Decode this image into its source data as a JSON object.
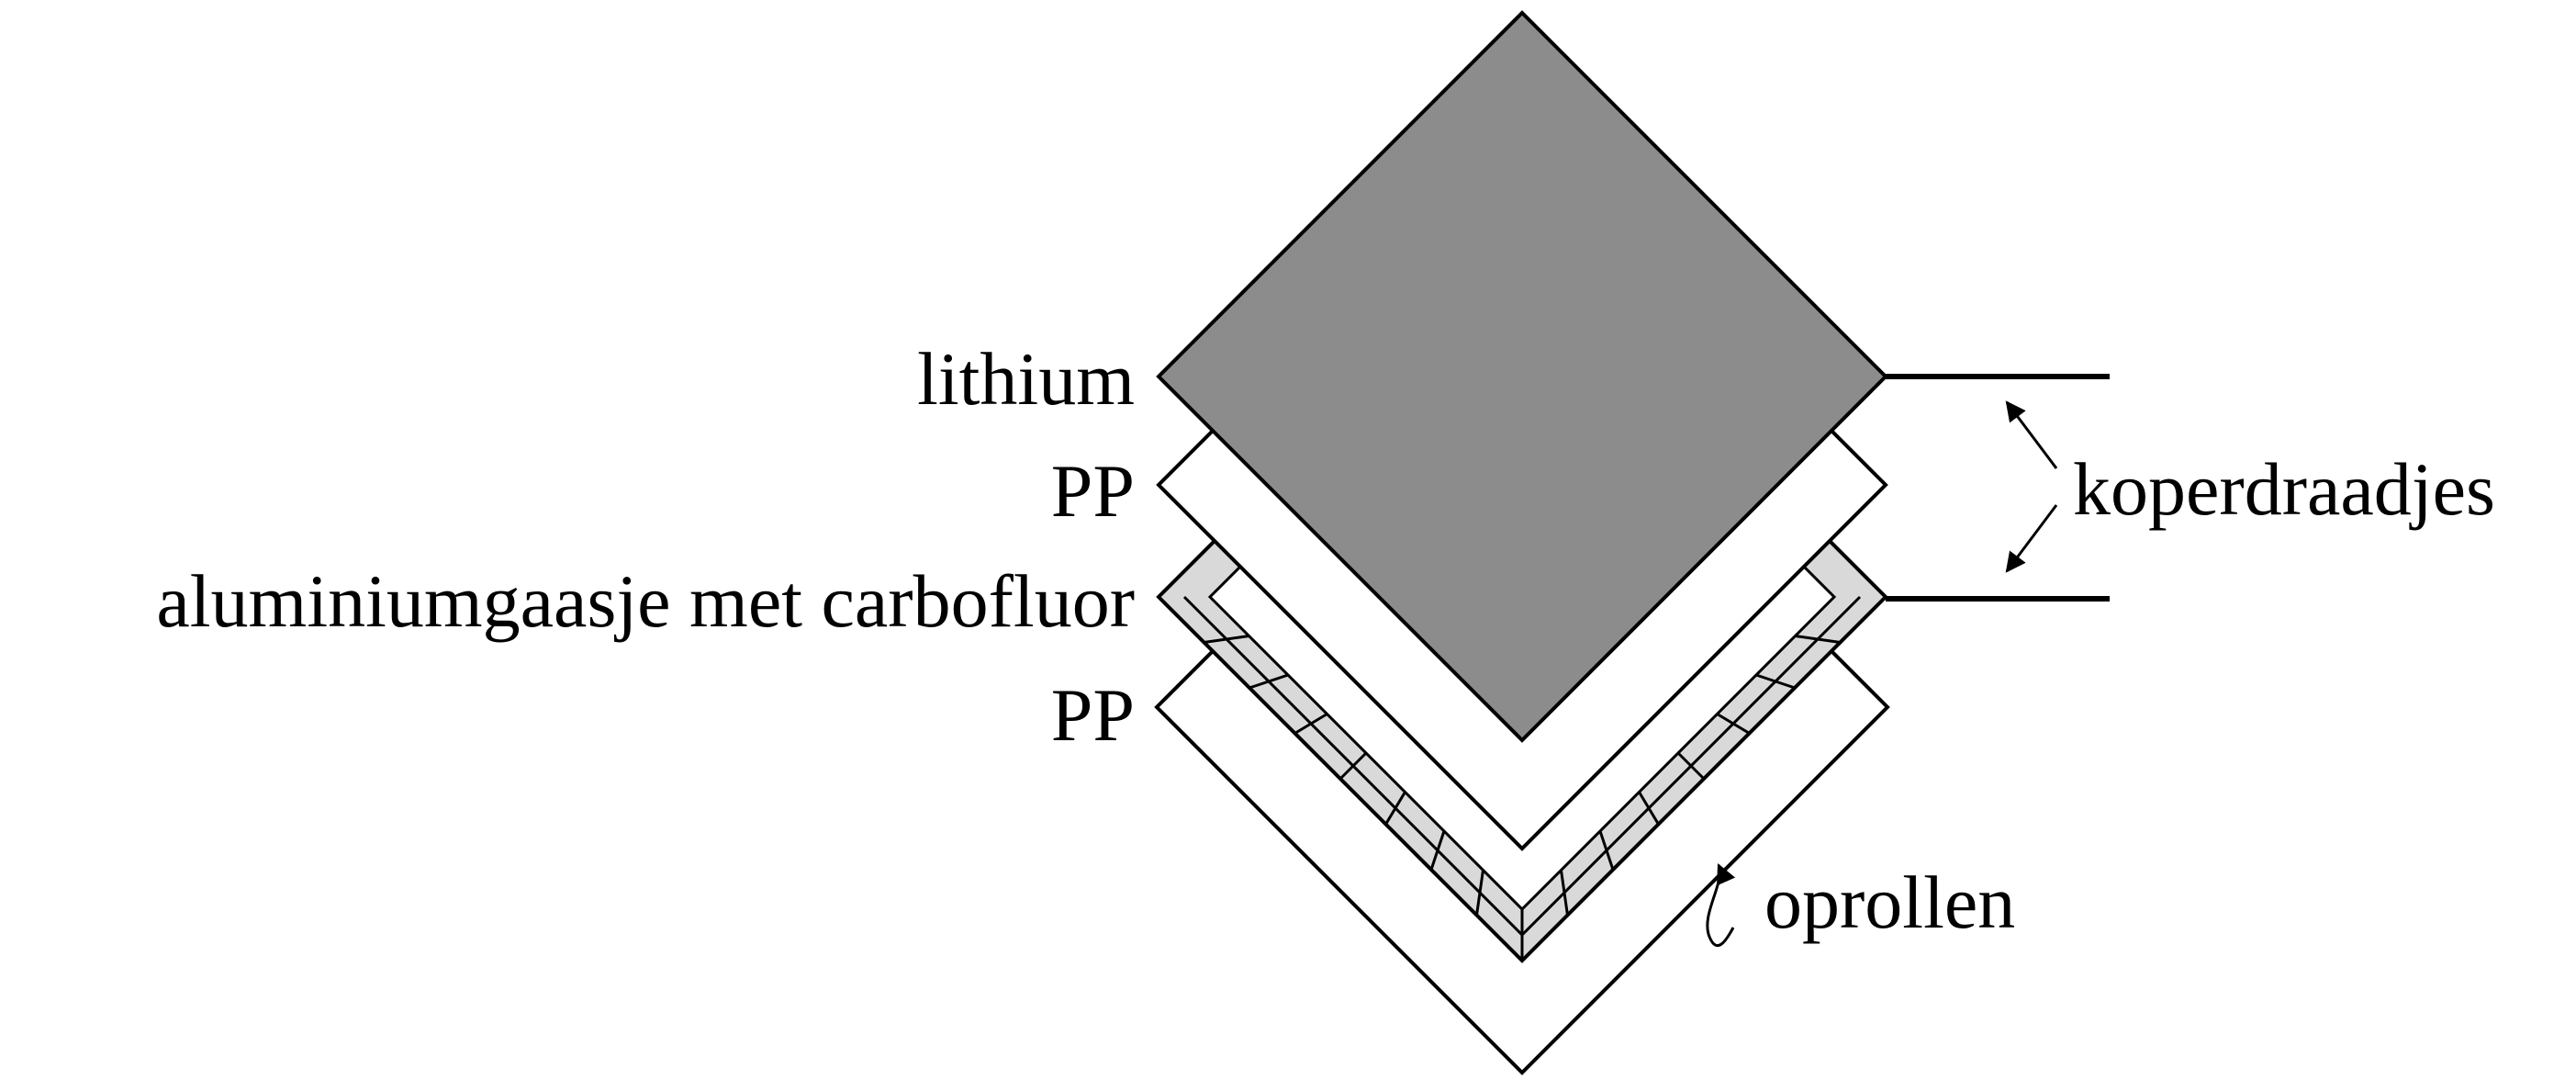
{
  "labels": {
    "lithium": "lithium",
    "pp_top": "PP",
    "mesh": "aluminiumgaasje met carbofluor",
    "pp_bottom": "PP",
    "wires": "koperdraadjes",
    "roll": "oprollen"
  },
  "colors": {
    "lithium_fill": "#8c8c8c",
    "mesh_fill": "#d9d9d9",
    "pp_fill": "#ffffff",
    "stroke": "#000000"
  }
}
